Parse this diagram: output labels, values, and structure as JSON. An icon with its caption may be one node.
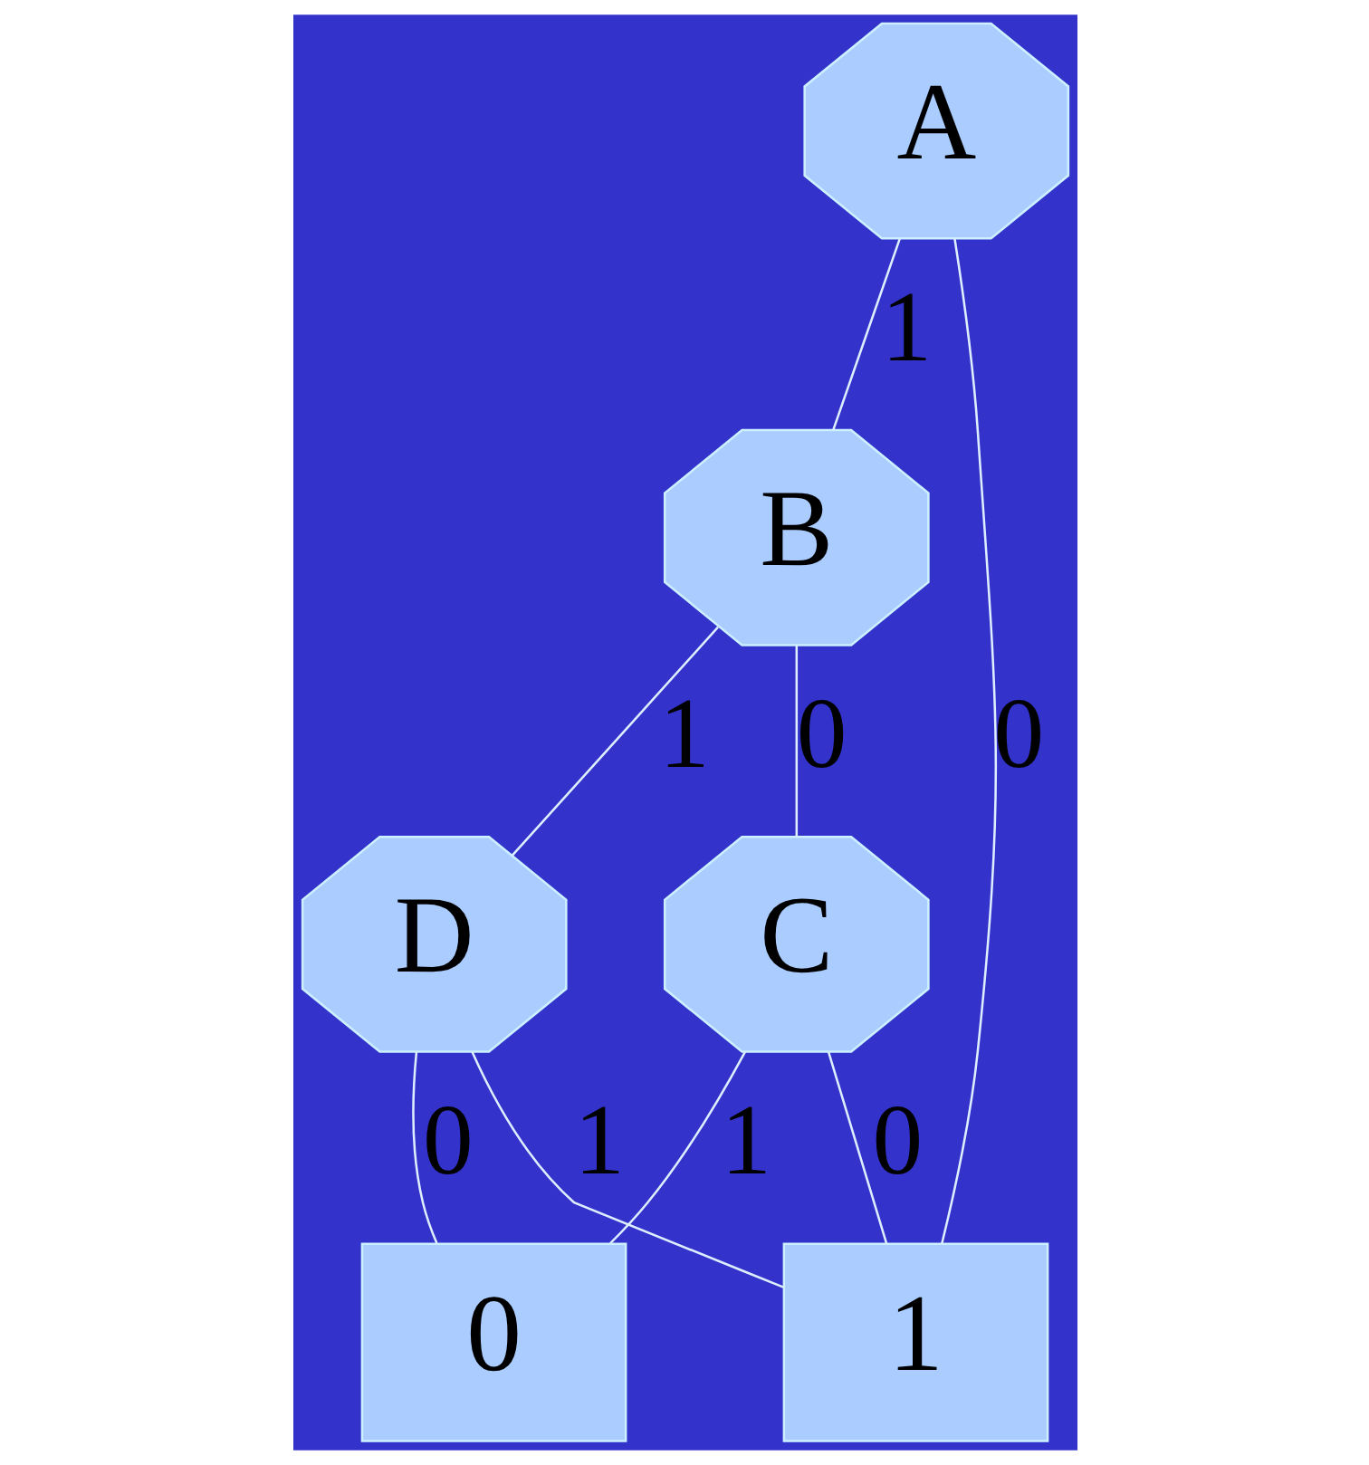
{
  "diagram": {
    "nodes": [
      {
        "text": [
          "A"
        ]
      },
      {
        "text": [
          "B"
        ]
      },
      {
        "text": [
          "C"
        ]
      },
      {
        "text": [
          "D"
        ]
      },
      {
        "text": [
          "0"
        ]
      },
      {
        "text": [
          "1"
        ]
      }
    ],
    "edges": [
      {
        "from": 0,
        "to": 5,
        "arrow": "none",
        "label": "0"
      },
      {
        "from": 0,
        "to": 1,
        "arrow": "none",
        "label": "1"
      },
      {
        "from": 1,
        "to": 2,
        "arrow": "none",
        "label": "0"
      },
      {
        "from": 1,
        "to": 3,
        "arrow": "none",
        "label": "1"
      },
      {
        "from": 2,
        "to": 5,
        "arrow": "none",
        "label": "0"
      },
      {
        "from": 2,
        "to": 4,
        "arrow": "none",
        "label": "1"
      },
      {
        "from": 3,
        "to": 4,
        "arrow": "none",
        "label": "0"
      },
      {
        "from": 3,
        "to": 5,
        "arrow": "none",
        "label": "1"
      }
    ]
  }
}
